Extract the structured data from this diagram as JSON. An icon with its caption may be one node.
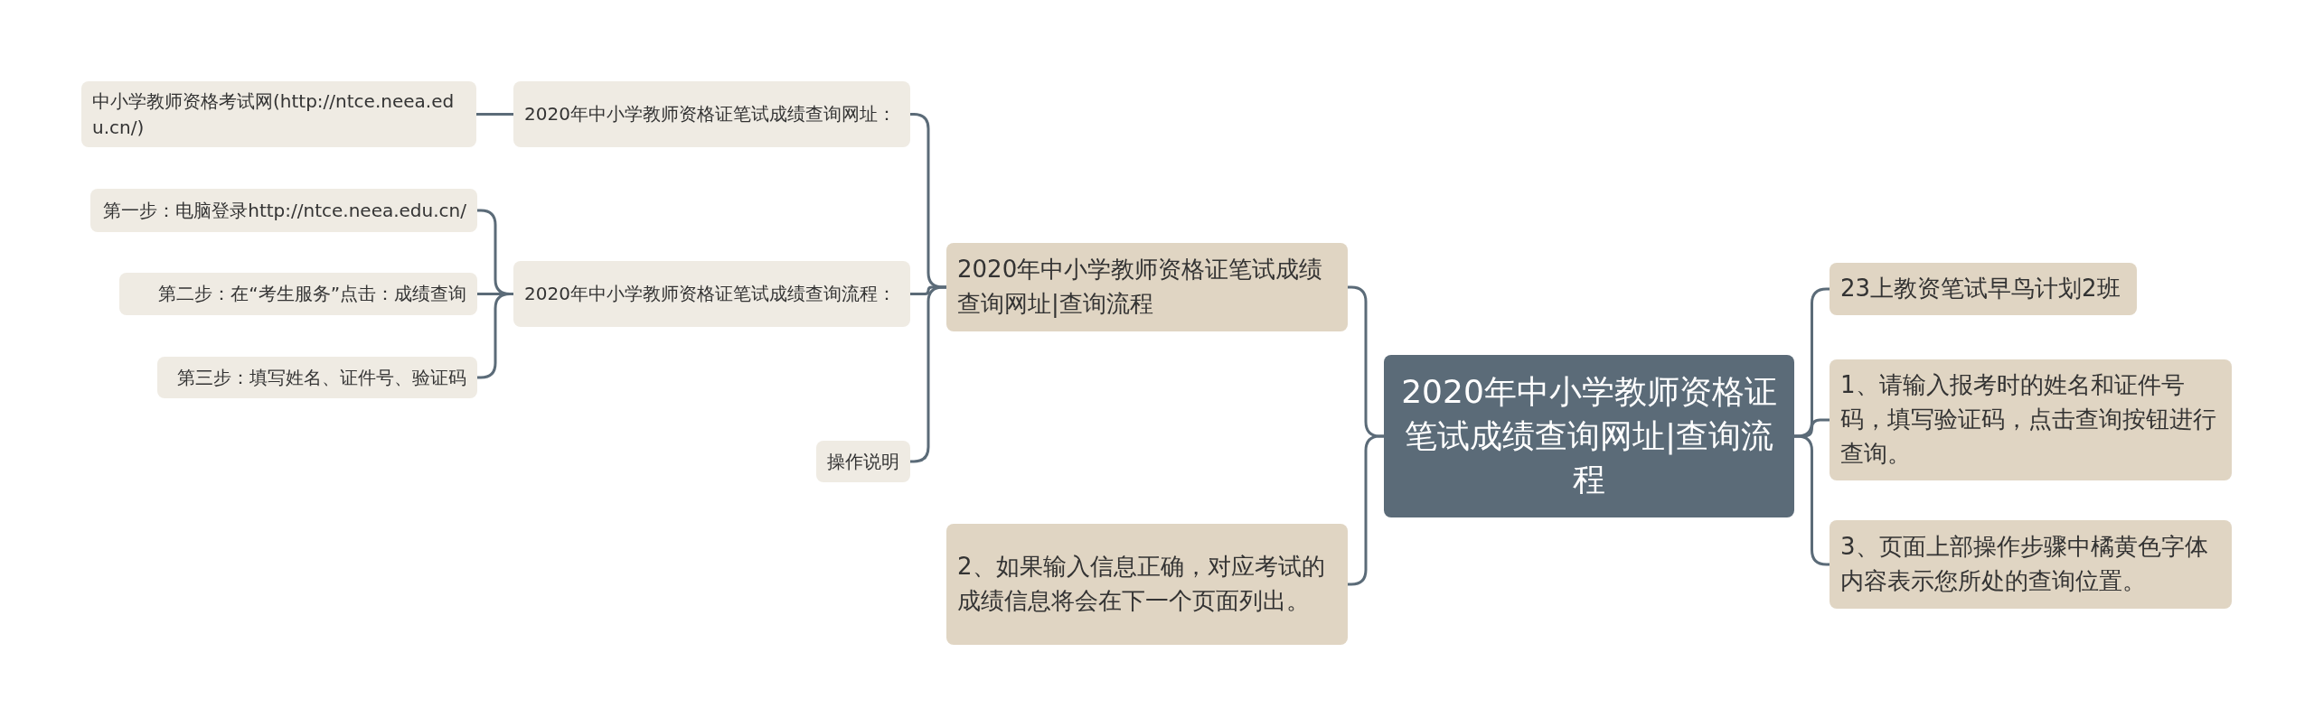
{
  "diagram": {
    "nodes": [
      {
        "text": [
          "2020年中小学教师资格证笔试成绩查询网址|查询流程"
        ]
      },
      {
        "text": [
          "2020年中小学教师资格证笔试成绩查询网址|查询流程"
        ]
      },
      {
        "text": [
          "2020年中小学教师资格证笔试成绩查询网址："
        ]
      },
      {
        "text": [
          "中小学教师资格考试网(http://ntce.neea.edu.cn/)"
        ]
      },
      {
        "text": [
          "2020年中小学教师资格证笔试成绩查询流程："
        ]
      },
      {
        "text": [
          "第一步：电脑登录http://ntce.neea.edu.cn/"
        ]
      },
      {
        "text": [
          "第二步：在“考生服务”点击：成绩查询"
        ]
      },
      {
        "text": [
          "第三步：填写姓名、证件号、验证码"
        ]
      },
      {
        "text": [
          "操作说明"
        ]
      },
      {
        "text": [
          "2、如果输入信息正确，对应考试的成绩信息将会在下一个页面列出。"
        ]
      },
      {
        "text": [
          "23上教资笔试早鸟计划2班"
        ]
      },
      {
        "text": [
          "1、请输入报考时的姓名和证件号码，填写验证码，点击查询按钮进行查询。"
        ]
      },
      {
        "text": [
          "3、页面上部操作步骤中橘黄色字体内容表示您所处的查询位置。"
        ]
      }
    ],
    "edges": [
      {
        "from": 0,
        "to": 1,
        "arrow": "none"
      },
      {
        "from": 0,
        "to": 9,
        "arrow": "none"
      },
      {
        "from": 0,
        "to": 10,
        "arrow": "none"
      },
      {
        "from": 0,
        "to": 11,
        "arrow": "none"
      },
      {
        "from": 0,
        "to": 12,
        "arrow": "none"
      },
      {
        "from": 1,
        "to": 2,
        "arrow": "none"
      },
      {
        "from": 1,
        "to": 4,
        "arrow": "none"
      },
      {
        "from": 1,
        "to": 8,
        "arrow": "none"
      },
      {
        "from": 2,
        "to": 3,
        "arrow": "none"
      },
      {
        "from": 4,
        "to": 5,
        "arrow": "none"
      },
      {
        "from": 4,
        "to": 6,
        "arrow": "none"
      },
      {
        "from": 4,
        "to": 7,
        "arrow": "none"
      }
    ]
  }
}
